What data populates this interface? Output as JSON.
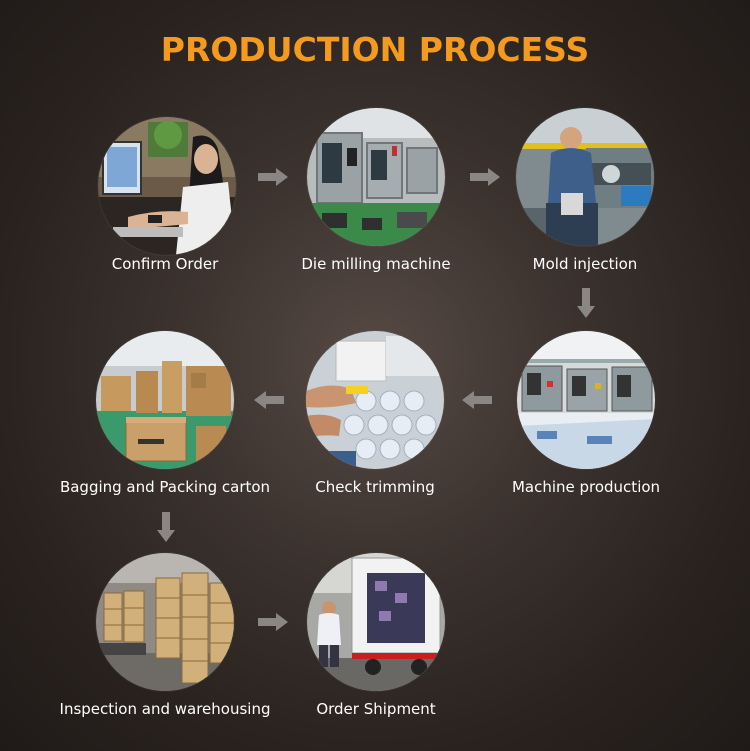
{
  "title": "PRODUCTION PROCESS",
  "steps": [
    {
      "label": "Confirm Order",
      "icon": "office-desk-photo"
    },
    {
      "label": "Die milling machine",
      "icon": "cnc-machine-photo"
    },
    {
      "label": "Mold injection",
      "icon": "injection-worker-photo"
    },
    {
      "label": "Machine production",
      "icon": "production-line-photo"
    },
    {
      "label": "Check trimming",
      "icon": "trimming-hands-photo"
    },
    {
      "label": "Bagging and Packing carton",
      "icon": "carton-packing-photo"
    },
    {
      "label": "Inspection and warehousing",
      "icon": "warehouse-boxes-photo"
    },
    {
      "label": "Order Shipment",
      "icon": "truck-loading-photo"
    }
  ],
  "colors": {
    "title": "#f39a1f",
    "label": "#ffffff",
    "arrow": "#8a8683"
  }
}
